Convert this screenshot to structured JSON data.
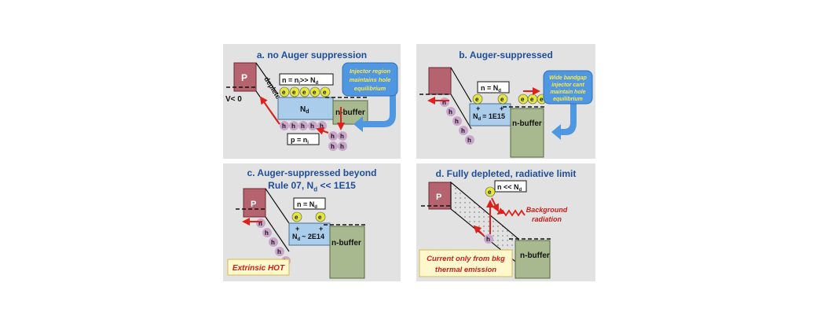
{
  "panel_a": {
    "title": "a. no Auger suppression",
    "p_label": "P",
    "bias": "V< 0",
    "depleted": "depleted",
    "n_relation": "n = n",
    "n_relation_sub": "i",
    "n_relation_tail": ">> N",
    "n_relation_tail_sub": "d",
    "nd": "N",
    "nd_sub": "d",
    "n_buffer": "n-buffer",
    "p_relation": "p = n",
    "p_relation_sub": "i",
    "callout": [
      "Injector region",
      "maintains hole",
      "equilibrium"
    ],
    "electron": "e",
    "hole": "h"
  },
  "panel_b": {
    "title": "b. Auger-suppressed",
    "n_relation": "n = N",
    "n_relation_sub": "d",
    "nd": "N",
    "nd_sub": "d",
    "nd_value": "= 1E15",
    "n_buffer": "n-buffer",
    "callout": [
      "Wide bandgap",
      "injector cant",
      "maintain hole",
      "equilibrium"
    ],
    "plus": "+"
  },
  "panel_c": {
    "title_line1": "c. Auger-suppressed beyond",
    "title_line2": "Rule 07,   N",
    "title_sub": "d",
    "title_tail": "<< 1E15",
    "p_label": "P",
    "n_relation": "n = N",
    "n_relation_sub": "d",
    "nd": "N",
    "nd_sub": "d",
    "nd_value": "~ 2E14",
    "n_buffer": "n-buffer",
    "badge": "Extrinsic HOT"
  },
  "panel_d": {
    "title": "d. Fully depleted, radiative limit",
    "p_label": "P",
    "n_relation": "n << N",
    "n_relation_sub": "d",
    "background": [
      "Background",
      "radiation"
    ],
    "n_buffer": "n-buffer",
    "badge": [
      "Current only from bkg",
      "thermal emission"
    ]
  },
  "colors": {
    "p_region": "#b5636f",
    "absorber": "#a9cdea",
    "buffer": "#a9b98f",
    "title": "#1f4e9a",
    "arrow": "#e0201b",
    "electron": "#e4e83a",
    "hole": "#c9a6c9",
    "callout": "#4f97e0",
    "callout_text": "#ffe94a",
    "badge_bg": "#fff8cc",
    "badge_text": "#c8201b"
  }
}
